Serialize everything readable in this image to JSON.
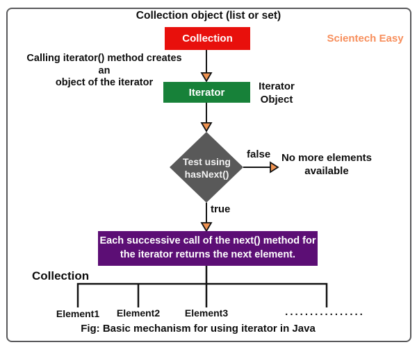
{
  "brand": {
    "watermark": "Scientech Easy"
  },
  "colors": {
    "collection_box": "#e8100c",
    "iterator_box": "#178139",
    "decision_diamond": "#595959",
    "next_box": "#5c0e75",
    "arrowhead": "#ef9351",
    "watermark": "#f78e5b",
    "frame_border": "#58585a",
    "text": "#0d0d0d"
  },
  "diagram": {
    "title": "Collection object (list or set)",
    "caption": "Fig: Basic mechanism for using iterator in Java",
    "nodes": {
      "collection_box": {
        "label": "Collection"
      },
      "iterator_box": {
        "label": "Iterator"
      },
      "decision_diamond": {
        "label": "Test using\nhasNext()"
      },
      "next_box": {
        "label": "Each successive call of the next() method for\nthe iterator returns the next element."
      }
    },
    "annotations": {
      "iterator_note": "Calling iterator() method creates an\nobject of the iterator",
      "iterator_object": "Iterator\nObject",
      "false_label": "false",
      "true_label": "true",
      "no_more_elements": "No more elements\navailable",
      "collection_label": "Collection"
    },
    "elements": [
      "Element1",
      "Element2",
      "Element3",
      "................"
    ]
  }
}
